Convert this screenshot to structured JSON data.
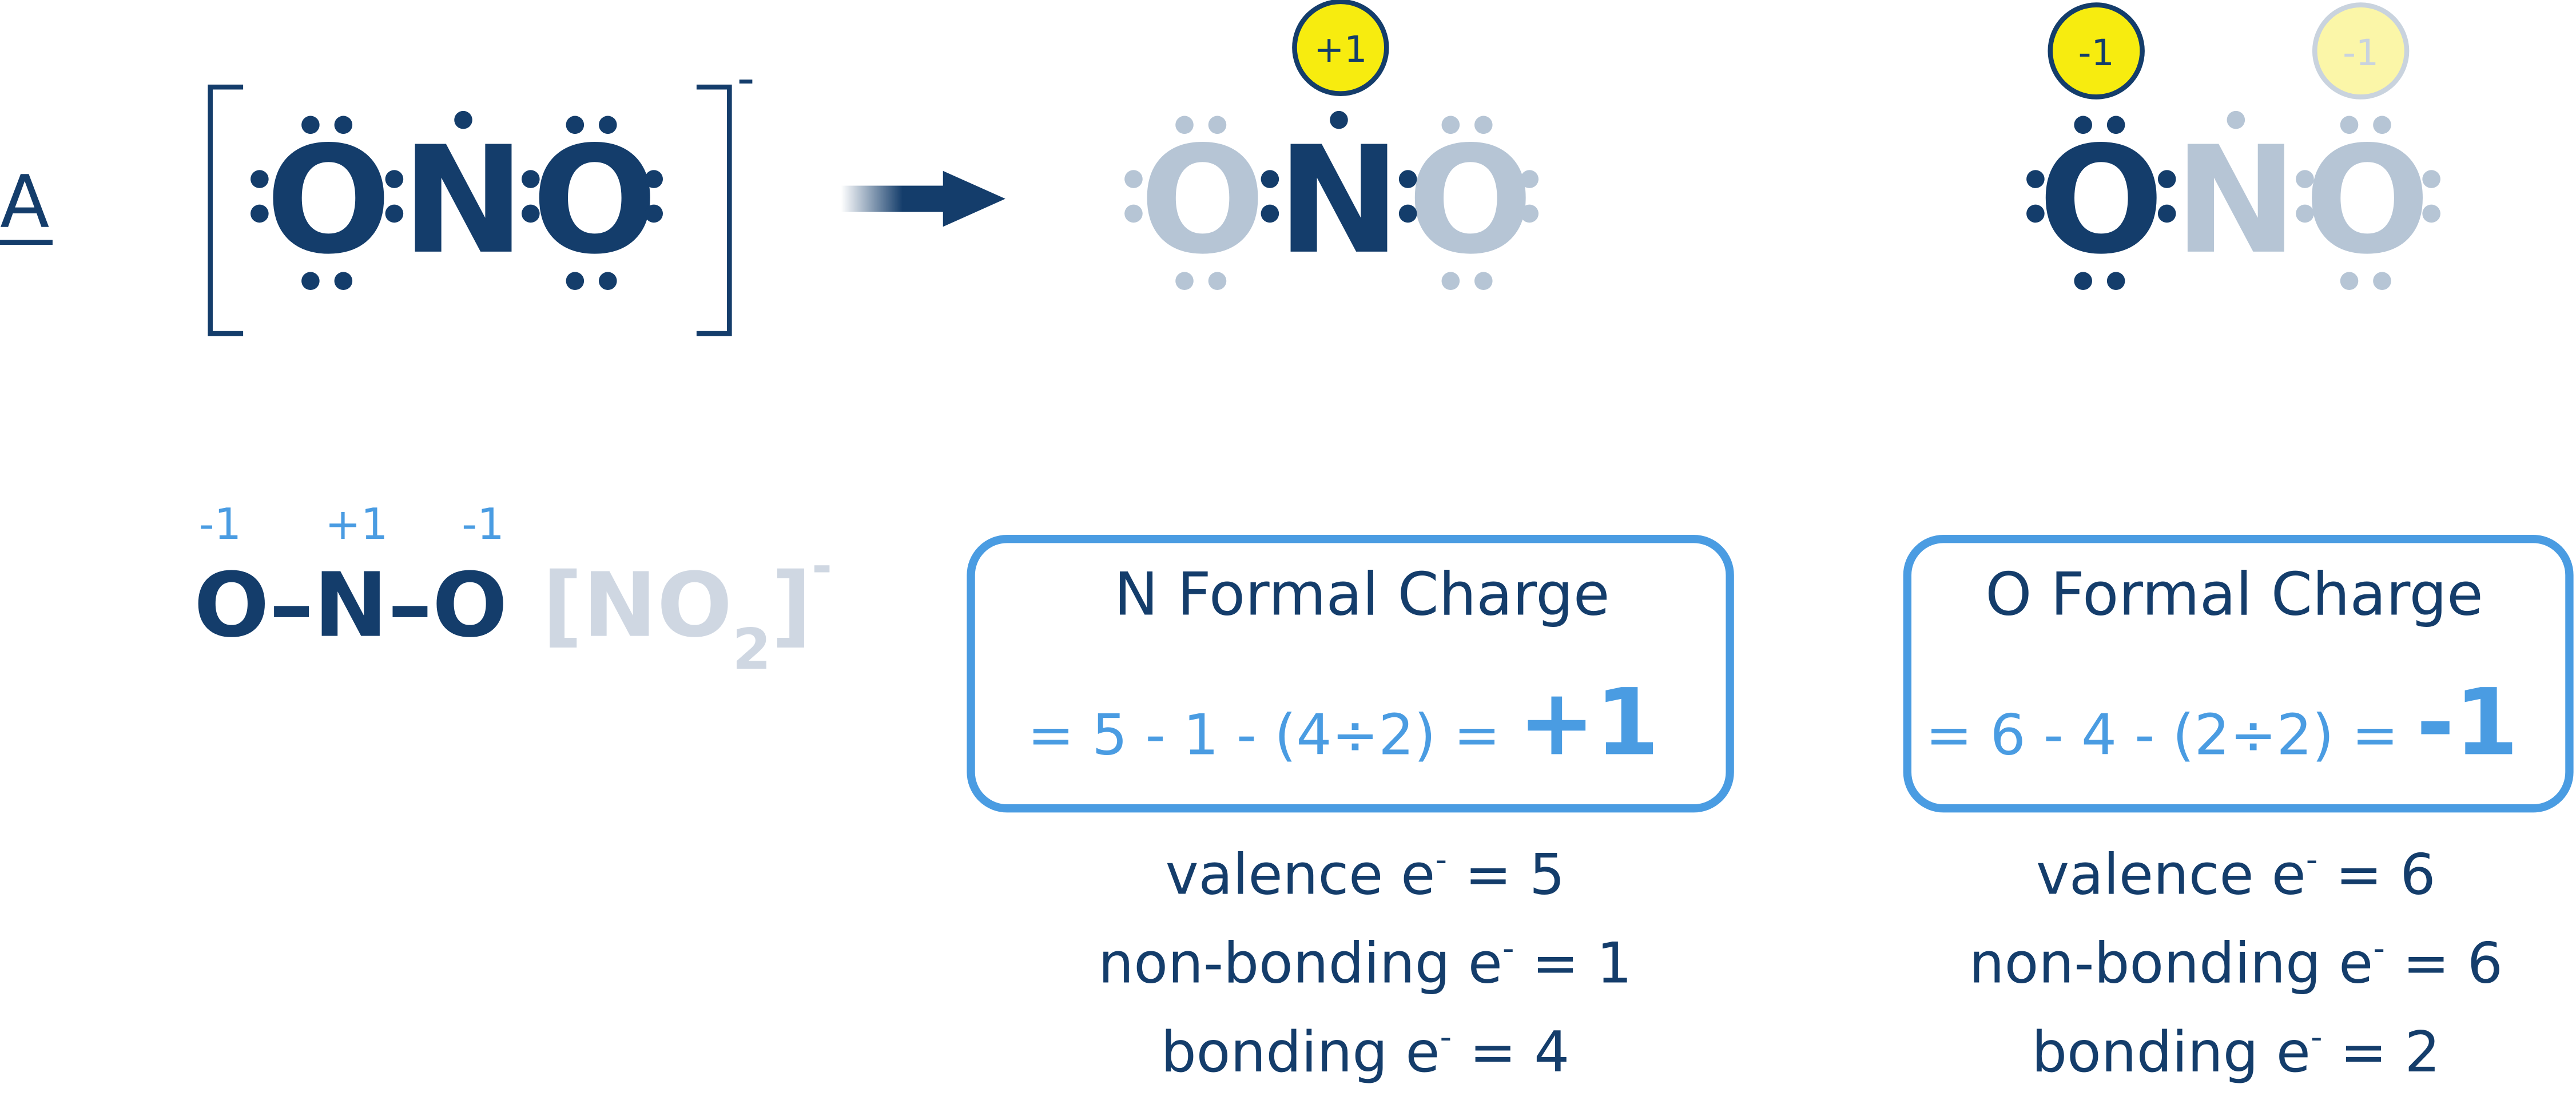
{
  "panel_label": "A",
  "charge_sign": "-",
  "atoms": {
    "o": "O",
    "n": "N"
  },
  "linear": {
    "charges": [
      "-1",
      "+1",
      "-1"
    ],
    "structure": "O–N–O",
    "formula_main": "[NO",
    "formula_sub": "2",
    "formula_close": "]",
    "formula_charge": "-"
  },
  "badges": {
    "n": "+1",
    "o_left": "-1",
    "o_right": "-1"
  },
  "n_box": {
    "title": "N Formal Charge",
    "equation": "= 5 - 1 - (4÷2) = ",
    "result": "+1",
    "valence": [
      "valence e",
      "-",
      " = 5"
    ],
    "nonbonding": [
      "non-bonding e",
      "-",
      " = 1"
    ],
    "bonding": [
      "bonding e",
      "-",
      " = 4"
    ]
  },
  "o_box": {
    "title": "O Formal Charge",
    "equation": "= 6 - 4 - (2÷2) = ",
    "result": "-1",
    "valence": [
      "valence e",
      "-",
      " = 6"
    ],
    "nonbonding": [
      "non-bonding e",
      "-",
      " = 6"
    ],
    "bonding": [
      "bonding e",
      "-",
      " = 2"
    ]
  },
  "colors": {
    "dark": "#143d6b",
    "faded": "#b6c5d5",
    "accent": "#4a9ce2",
    "badge_fill": "#f7ec0f"
  }
}
